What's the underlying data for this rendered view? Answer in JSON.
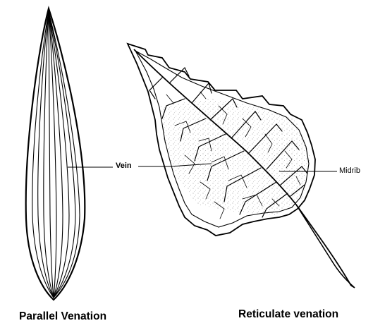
{
  "labels": {
    "vein": "Vein",
    "midrib": "Midrib"
  },
  "captions": {
    "parallel": "Parallel Venation",
    "reticulate": "Reticulate venation"
  },
  "colors": {
    "line": "#000000",
    "stipple": "#9a9a9a",
    "background": "#ffffff"
  }
}
